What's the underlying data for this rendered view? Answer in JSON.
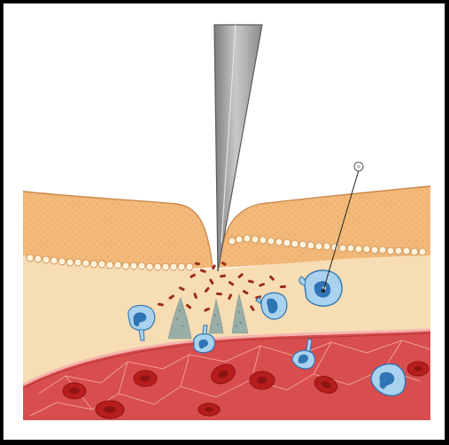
{
  "diagram": {
    "callout_label": "",
    "colors": {
      "epidermis": "#f2b97a",
      "epidermis_dots": "#e9a05c",
      "basal_cells": "#fff3dc",
      "dermis": "#f7ddb4",
      "vessel": "#d84d4d",
      "vessel_wall": "#f4a3a0",
      "rbc": "#b81d1d",
      "leukocyte": "#8fc3e6",
      "leukocyte_nucleus": "#2f75b5",
      "needle": "#9e9e9e",
      "bacteria": "#9b2c1e",
      "mediator": "#8aa6a6"
    },
    "components": [
      "needle-icon",
      "epidermis-layer",
      "dermis-layer",
      "blood-vessel",
      "red-blood-cell-icon",
      "white-blood-cell-icon",
      "bacteria-icon",
      "inflammatory-mediator-icon"
    ]
  }
}
